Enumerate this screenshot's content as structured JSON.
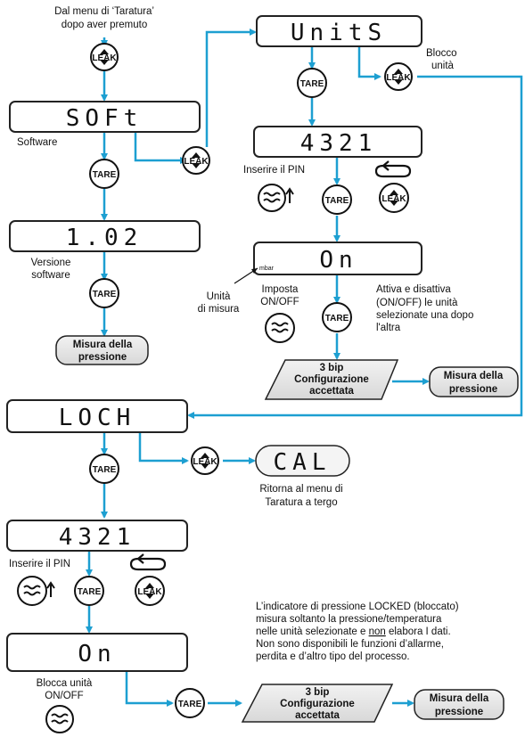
{
  "intro": {
    "line1": "Dal menu di ‘Taratura’",
    "line2": "dopo aver premuto"
  },
  "buttons": {
    "leak": "LEAK",
    "tare": "TARE"
  },
  "displays": {
    "soft": "SOFt",
    "version": "1.02",
    "units": "UnitS",
    "pin1": "4321",
    "on1": "On",
    "lock": "LOCH",
    "cal": "CAL",
    "pin2": "4321",
    "on2": "On"
  },
  "labels": {
    "software": "Software",
    "version_1": "Versione",
    "version_2": "software",
    "blocco_1": "Blocco",
    "blocco_2": "unità",
    "pin_prompt_1": "Inserire il PIN",
    "pin_prompt_2": "Inserire il PIN",
    "mbar": "mbar",
    "unit_1": "Unità",
    "unit_2": "di misura",
    "imposta_1": "Imposta",
    "imposta_2": "ON/OFF",
    "attiva_1": "Attiva e disattiva",
    "attiva_2": "(ON/OFF) le unità",
    "attiva_3": "selezionate una dopo",
    "attiva_4": "l'altra",
    "ritorna_1": "Ritorna al menu di",
    "ritorna_2": "Taratura a tergo",
    "blocca_1": "Blocca unità",
    "blocca_2": "ON/OFF"
  },
  "terminals": {
    "misura_1": "Misura della",
    "misura_2": "pressione"
  },
  "parallelograms": {
    "bip": "3 bip",
    "config": "Configurazione",
    "accettata": "accettata"
  },
  "note": {
    "line1": "L’indicatore di pressione LOCKED (bloccato)",
    "line2": "misura soltanto la pressione/temperatura",
    "line3_a": "nelle unità selezionate e ",
    "line3_b": "non",
    "line3_c": " elabora I dati.",
    "line4": "Non sono disponibili le funzioni d’allarme,",
    "line5": "perdita e d’altro tipo del processo."
  },
  "colors": {
    "arrow": "#1d9fd1",
    "box_stroke": "#222222",
    "terminal_fill": "#e6e6e6"
  }
}
